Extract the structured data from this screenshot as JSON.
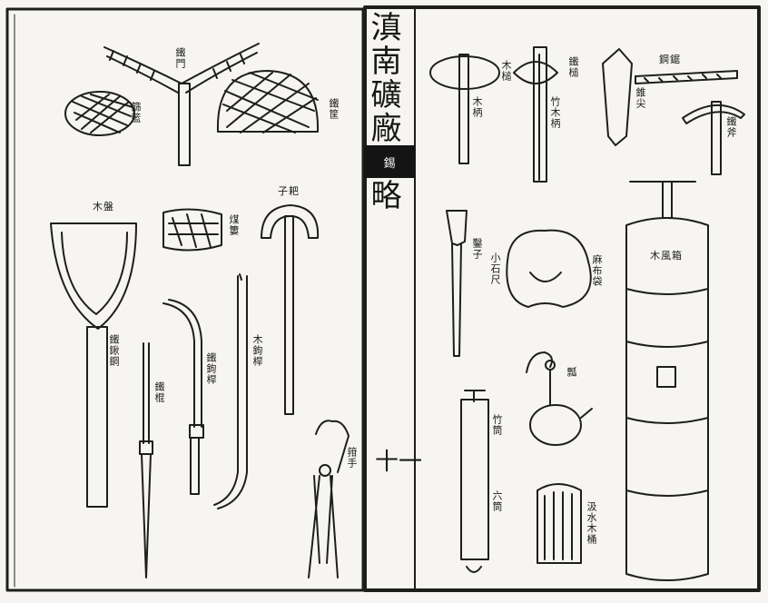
{
  "book": {
    "title": "滇南礦廠圖略",
    "section_mark": "錫",
    "folio": "十一"
  },
  "left_page": {
    "tools": [
      {
        "id": "iron-gate",
        "label": "鐵門"
      },
      {
        "id": "basket",
        "label": "篩籃"
      },
      {
        "id": "iron-basket",
        "label": "鐵筐"
      },
      {
        "id": "wooden-pan",
        "label": "木盤"
      },
      {
        "id": "coal-bundle",
        "label": "煤簍"
      },
      {
        "id": "scraper",
        "label": "子耙"
      },
      {
        "id": "iron-handle",
        "label": "鐵鍬鋼"
      },
      {
        "id": "iron-rod",
        "label": "鐵棍"
      },
      {
        "id": "iron-hook-pole",
        "label": "鐵鉤桿"
      },
      {
        "id": "wood-hook-pole",
        "label": "木鉤桿"
      },
      {
        "id": "tongs",
        "label": "箝手"
      }
    ]
  },
  "right_page": {
    "tools": [
      {
        "id": "wood-hammer",
        "label": "木槌"
      },
      {
        "id": "wood-handle",
        "label": "木柄"
      },
      {
        "id": "iron-hammer",
        "label": "鐵槌"
      },
      {
        "id": "bamboo-handle",
        "label": "竹木柄"
      },
      {
        "id": "saw",
        "label": "鋼鋸"
      },
      {
        "id": "tip",
        "label": "錐尖"
      },
      {
        "id": "pick",
        "label": "鐵斧"
      },
      {
        "id": "chisel",
        "label": "鑿子"
      },
      {
        "id": "small-rod",
        "label": "小石尺"
      },
      {
        "id": "cloth-bag",
        "label": "麻布袋"
      },
      {
        "id": "bamboo-tube",
        "label": "竹筒"
      },
      {
        "id": "six-tube",
        "label": "六筒"
      },
      {
        "id": "ladle",
        "label": "瓢"
      },
      {
        "id": "water-bucket",
        "label": "汲水木桶"
      },
      {
        "id": "wood-bellows",
        "label": "木風箱"
      }
    ]
  }
}
